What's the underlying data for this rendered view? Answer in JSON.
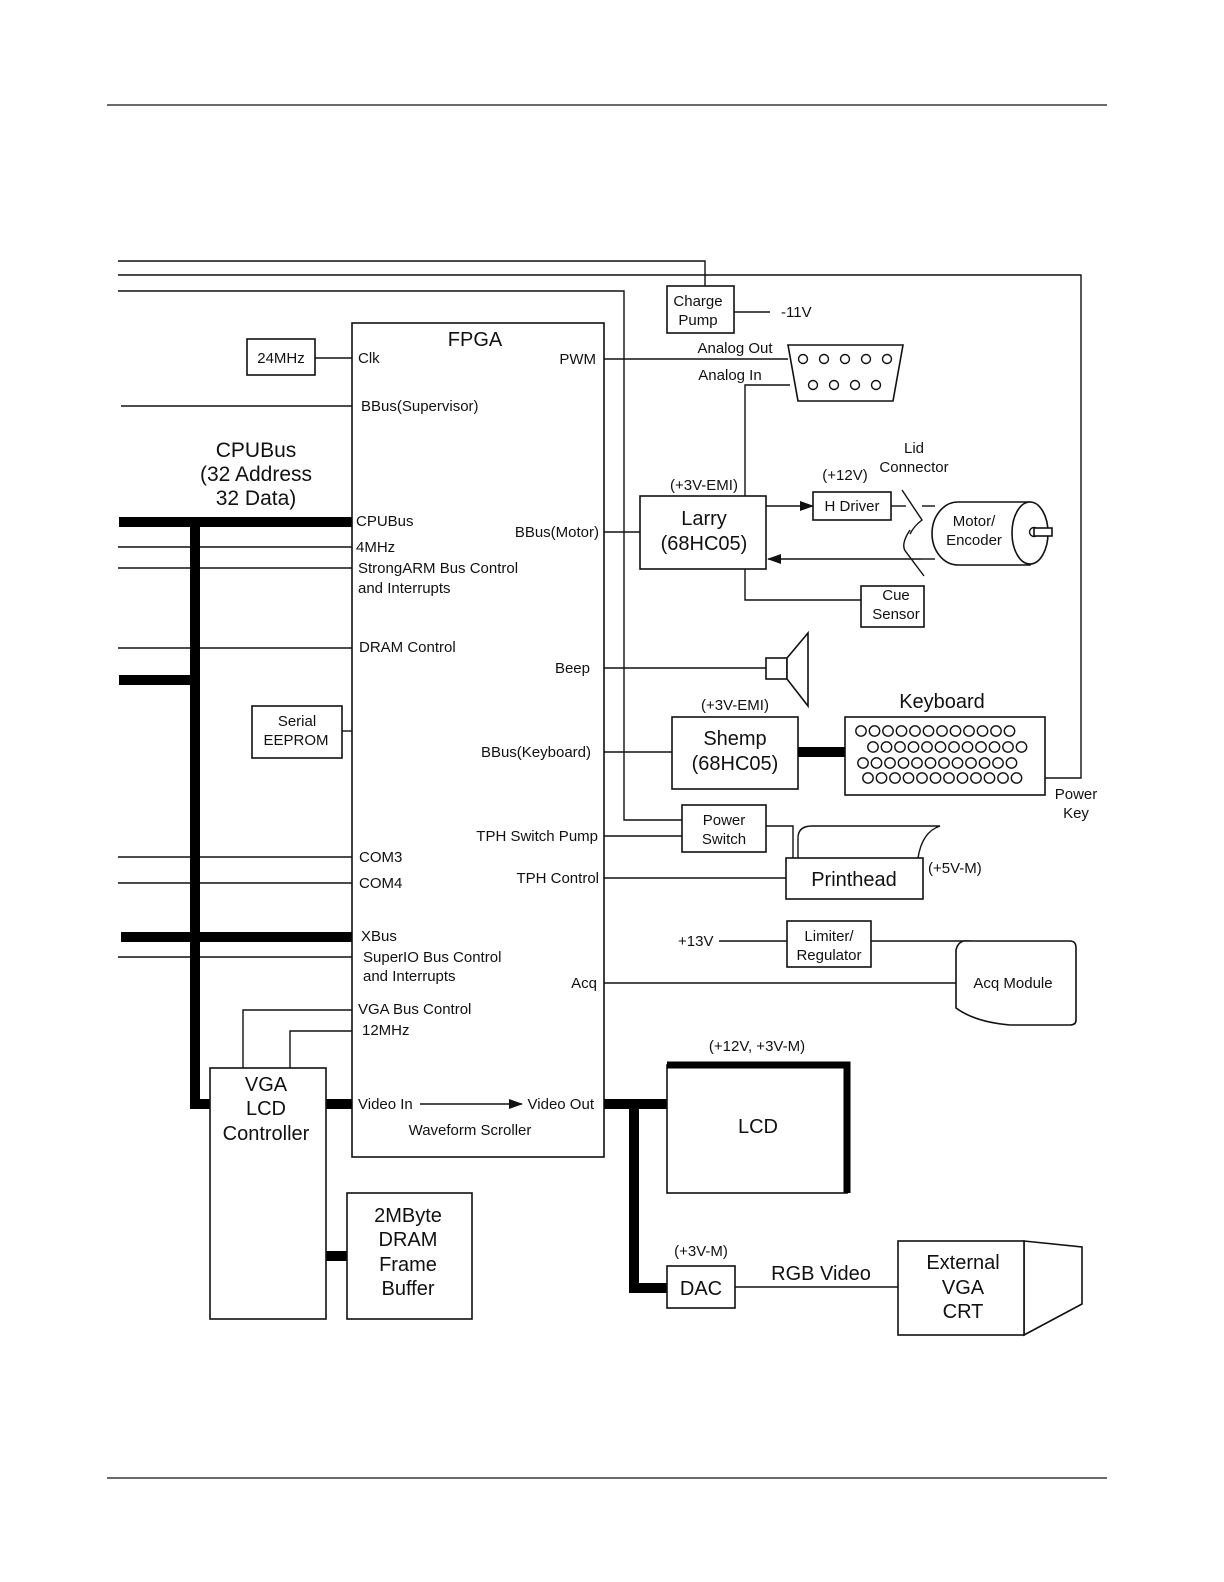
{
  "fpga": {
    "title": "FPGA",
    "pins_left": {
      "clk": "Clk",
      "bbus_supervisor": "BBus(Supervisor)",
      "cpubus": "CPUBus",
      "mhz4": "4MHz",
      "strongarm_1": "StrongARM  Bus Control",
      "strongarm_2": "and Interrupts",
      "dram_control": "DRAM Control",
      "com3": "COM3",
      "com4": "COM4",
      "xbus": "XBus",
      "superio_1": "SuperIO Bus Control",
      "superio_2": "and Interrupts",
      "vga_bus_control": "VGA Bus Control",
      "mhz12": "12MHz",
      "video_in": "Video In"
    },
    "pins_right": {
      "pwm": "PWM",
      "bbus_motor": "BBus(Motor)",
      "beep": "Beep",
      "bbus_keyboard": "BBus(Keyboard)",
      "tph_switch_pump": "TPH Switch Pump",
      "tph_control": "TPH Control",
      "acq": "Acq",
      "video_out": "Video Out"
    },
    "waveform_scroller": "Waveform Scroller"
  },
  "cpubus_label": {
    "line1": "CPUBus",
    "line2": "(32 Address",
    "line3": "32 Data)"
  },
  "clock_24": "24MHz",
  "serial_eeprom": {
    "line1": "Serial",
    "line2": "EEPROM"
  },
  "charge_pump": {
    "line1": "Charge",
    "line2": "Pump",
    "out": "-11V"
  },
  "analog": {
    "out": "Analog Out",
    "in": "Analog In"
  },
  "larry": {
    "power": "(+3V-EMI)",
    "line1": "Larry",
    "line2": "(68HC05)"
  },
  "h_driver": {
    "power": "(+12V)",
    "label": "H Driver"
  },
  "lid_connector": {
    "line1": "Lid",
    "line2": "Connector"
  },
  "motor": {
    "line1": "Motor/",
    "line2": "Encoder"
  },
  "cue_sensor": {
    "line1": "Cue",
    "line2": "Sensor"
  },
  "shemp": {
    "power": "(+3V-EMI)",
    "line1": "Shemp",
    "line2": "(68HC05)"
  },
  "keyboard": {
    "title": "Keyboard",
    "power_key_1": "Power",
    "power_key_2": "Key"
  },
  "power_switch": {
    "line1": "Power",
    "line2": "Switch"
  },
  "printhead": {
    "label": "Printhead",
    "power": "(+5V-M)"
  },
  "limiter": {
    "input": "+13V",
    "line1": "Limiter/",
    "line2": "Regulator"
  },
  "acq_module": "Acq Module",
  "vga_controller": {
    "line1": "VGA",
    "line2": "LCD",
    "line3": "Controller"
  },
  "dram_buffer": {
    "line1": "2MByte",
    "line2": "DRAM",
    "line3": "Frame",
    "line4": "Buffer"
  },
  "lcd": {
    "power": "(+12V, +3V-M)",
    "label": "LCD"
  },
  "dac": {
    "power": "(+3V-M)",
    "label": "DAC",
    "rgb": "RGB Video"
  },
  "crt": {
    "line1": "External",
    "line2": "VGA",
    "line3": "CRT"
  }
}
